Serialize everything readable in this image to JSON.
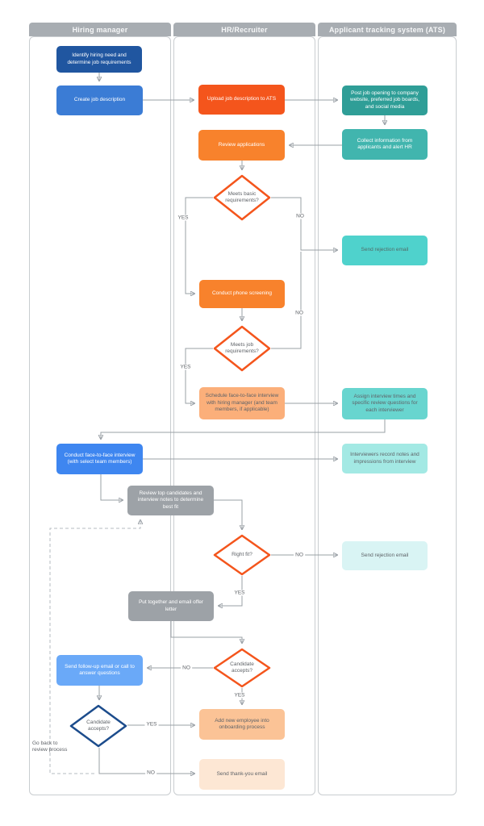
{
  "lanes": [
    {
      "label": "Hiring manager"
    },
    {
      "label": "HR/Recruiter"
    },
    {
      "label": "Applicant tracking system (ATS)"
    }
  ],
  "nodes": {
    "identify_need": "Identify hiring need and determine job requirements",
    "create_job": "Create job description",
    "upload_job": "Upload job description to ATS",
    "post_job": "Post job opening to company website, preferred job boards, and social media",
    "collect_info": "Collect information from applicants and alert HR",
    "review_apps": "Review applications",
    "meets_basic": "Meets basic requirements?",
    "send_rejection_1": "Send rejection email",
    "conduct_phone": "Conduct phone screening",
    "meets_job": "Meets job requirements?",
    "schedule_interview": "Schedule face-to-face interview with hiring manager (and team members, if applicable)",
    "assign_times": "Assign interview times and specific review questions for each interviewer",
    "conduct_f2f": "Conduct face-to-face interview (with select team members)",
    "interviewers_record": "Interviewers record notes and impressions from interview",
    "review_top": "Review top candidates and interview notes to determine best fit",
    "right_fit": "Right fit?",
    "send_rejection_2": "Send rejection email",
    "put_together": "Put together and email offer letter",
    "candidate_accepts_1": "Candidate accepts?",
    "send_followup": "Send follow-up email or call to answer questions",
    "candidate_accepts_2": "Candidate accepts?",
    "add_new_employee": "Add new employee into onboarding process",
    "send_thankyou": "Send thank-you email"
  },
  "edge_labels": {
    "yes": "YES",
    "no": "NO",
    "go_back": "Go back to\nreview process"
  },
  "colors": {
    "lane_header": "#a8adb2",
    "lane_border": "#c9cdd0",
    "connector": "#9aa0a6",
    "dark_blue": "#2056a0",
    "blue": "#3b7cd5",
    "bright_blue": "#3e86f0",
    "light_blue": "#6aa9f8",
    "deep_orange": "#f4551c",
    "orange": "#f8822c",
    "light_orange": "#fbaf7a",
    "pale_orange": "#fbc396",
    "peach": "#fde7d4",
    "teal": "#2f9e97",
    "teal_light": "#41b5ae",
    "turquoise": "#4fd2cc",
    "turquoise_light": "#68d5cf",
    "aqua": "#a3e9e4",
    "pale_aqua": "#d9f4f4",
    "gray_box": "#9da2a7",
    "orange_outline": "#f4551c",
    "navy_outline": "#1c4c8c"
  }
}
